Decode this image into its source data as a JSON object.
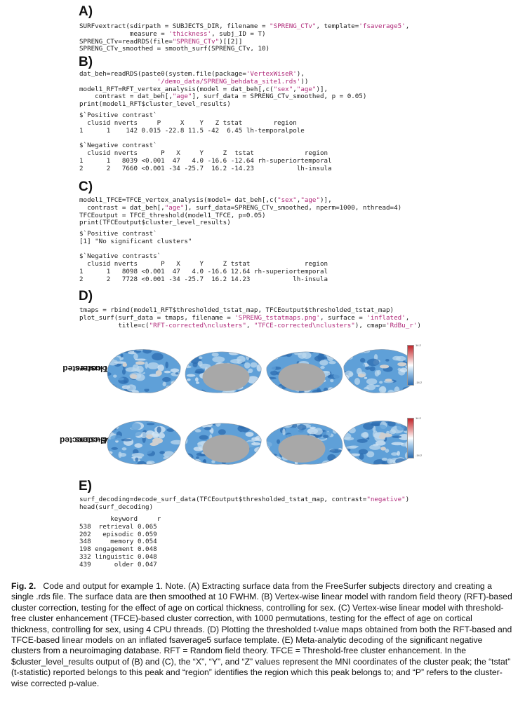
{
  "sections": {
    "a": {
      "label": "A)",
      "code": [
        "SURFvextract(sdirpath = SUBJECTS_DIR, filename = \"SPRENG_CTv\", template='fsaverage5',",
        "             measure = 'thickness', subj_ID = T)",
        "SPRENG_CTv=readRDS(file=\"SPRENG_CTv\")[[2]]",
        "SPRENG_CTv_smoothed = smooth_surf(SPRENG_CTv, 10)"
      ]
    },
    "b": {
      "label": "B)",
      "code": [
        "dat_beh=readRDS(paste0(system.file(package='VertexWiseR'),",
        "                    '/demo_data/SPRENG_behdata_site1.rds'))",
        "model1_RFT=RFT_vertex_analysis(model = dat_beh[,c(\"sex\",\"age\")],",
        "    contrast = dat_beh[,\"age\"], surf_data = SPRENG_CTv_smoothed, p = 0.05)",
        "print(model1_RFT$cluster_level_results)"
      ],
      "output": [
        "$`Positive contrast`",
        "  clusid nverts     P     X    Y   Z tstat        region",
        "1      1    142 0.015 -22.8 11.5 -42  6.45 lh-temporalpole",
        "",
        "$`Negative contrast`",
        "  clusid nverts      P   X     Y     Z  tstat             region",
        "1      1   8039 <0.001  47   4.0 -16.6 -12.64 rh-superiortemporal",
        "2      2   7660 <0.001 -34 -25.7  16.2 -14.23           lh-insula"
      ]
    },
    "c": {
      "label": "C)",
      "code": [
        "model1_TFCE=TFCE_vertex_analysis(model= dat_beh[,c(\"sex\",\"age\")],",
        "  contrast = dat_beh[,\"age\"], surf_data=SPRENG_CTv_smoothed, nperm=1000, nthread=4)",
        "TFCEoutput = TFCE_threshold(model1_TFCE, p=0.05)",
        "print(TFCEoutput$cluster_level_results)"
      ],
      "output": [
        "$`Positive contrast`",
        "[1] \"No significant clusters\"",
        "",
        "$`Negative contrasts`",
        "  clusid nverts      P   X     Y     Z tstat              region",
        "1      1   8098 <0.001  47   4.0 -16.6 12.64 rh-superiortemporal",
        "2      2   7728 <0.001 -34 -25.7  16.2 14.23           lh-insula"
      ]
    },
    "d": {
      "label": "D)",
      "code": [
        "tmaps = rbind(model1_RFT$thresholded_tstat_map, TFCEoutput$thresholded_tstat_map)",
        "plot_surf(surf_data = tmaps, filename = 'SPRENG_tstatmaps.png', surface = 'inflated',",
        "          title=c(\"RFT-corrected\\nclusters\", \"TFCE-corrected\\nclusters\"), cmap='RdBu_r')"
      ],
      "rows": [
        {
          "label_line1": "RFT-corrected",
          "label_line2": "clusters",
          "cbar_max": "14.2",
          "cbar_min": "-14.2"
        },
        {
          "label_line1": "TFCE-corrected",
          "label_line2": "clusters",
          "cbar_max": "14.2",
          "cbar_min": "-14.2"
        }
      ],
      "colors": {
        "brain_gray": "#a8a8a8",
        "blue_mid": "#5fa0d8",
        "blue_light": "#bcd8ee",
        "blue_dark": "#2c6cb0",
        "red": "#c0242a"
      }
    },
    "e": {
      "label": "E)",
      "code": [
        "surf_decoding=decode_surf_data(TFCEoutput$thresholded_tstat_map, contrast=\"negative\")",
        "head(surf_decoding)"
      ],
      "output": [
        "        keyword     r",
        "538  retrieval 0.065",
        "202   episodic 0.059",
        "348     memory 0.054",
        "198 engagement 0.048",
        "332 linguistic 0.048",
        "439      older 0.047"
      ]
    }
  },
  "caption": {
    "label": "Fig. 2.",
    "text": "Code and output for example 1. Note. (A) Extracting surface data from the FreeSurfer subjects directory and creating a single .rds file. The surface data are then smoothed at 10 FWHM. (B) Vertex-wise linear model with random field theory (RFT)-based cluster correction, testing for the effect of age on cortical thickness, controlling for sex. (C) Vertex-wise linear model with threshold-free cluster enhancement (TFCE)-based cluster correction, with 1000 permutations, testing for the effect of age on cortical thickness, controlling for sex, using 4 CPU threads. (D) Plotting the thresholded t-value maps obtained from both the RFT-based and TFCE-based linear models on an inflated fsaverage5 surface template. (E) Meta-analytic decoding of the significant negative clusters from a neuroimaging database. RFT = Random field theory. TFCE = Threshold-free cluster enhancement. In the $cluster_level_results output of (B) and (C), the “X”, “Y”, and “Z” values represent the MNI coordinates of the cluster peak; the “tstat” (t-statistic) reported belongs to this peak and “region” identifies the region which this peak belongs to; and “P” refers to the cluster-wise corrected p-value."
  }
}
